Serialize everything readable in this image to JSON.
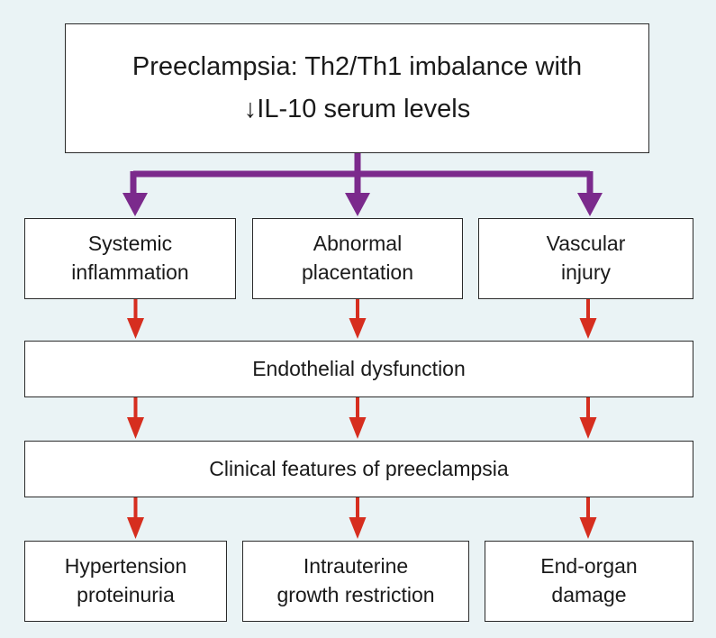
{
  "colors": {
    "purple": "#7b2a8c",
    "red": "#d62e1f",
    "background": "#eaf3f5"
  },
  "top_box": {
    "line1": "Preeclampsia: Th2/Th1 imbalance with",
    "line2": "↓IL-10 serum levels"
  },
  "causes": [
    {
      "line1": "Systemic",
      "line2": "inflammation"
    },
    {
      "line1": "Abnormal",
      "line2": "placentation"
    },
    {
      "line1": "Vascular",
      "line2": "injury"
    }
  ],
  "endothelial": "Endothelial dysfunction",
  "clinical": "Clinical features of preeclampsia",
  "outcomes": [
    {
      "line1": "Hypertension",
      "line2": "proteinuria"
    },
    {
      "line1": "Intrauterine",
      "line2": "growth restriction"
    },
    {
      "line1": "End-organ",
      "line2": "damage"
    }
  ]
}
